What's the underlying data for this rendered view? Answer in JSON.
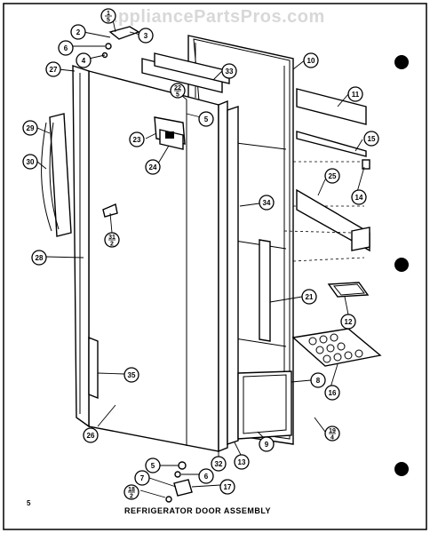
{
  "watermark": "AppliancePartsPros.com",
  "title": "REFRIGERATOR DOOR ASSEMBLY",
  "page_number": "5",
  "callouts": [
    "1/5",
    "2",
    "3",
    "6",
    "4",
    "27",
    "33",
    "10",
    "22/5",
    "5",
    "11",
    "29",
    "23",
    "15",
    "24",
    "30",
    "25",
    "14",
    "34",
    "31/2",
    "28",
    "21",
    "12",
    "35",
    "8",
    "16",
    "26",
    "32",
    "13",
    "9",
    "19/4",
    "5",
    "6",
    "7",
    "17",
    "18/2"
  ]
}
